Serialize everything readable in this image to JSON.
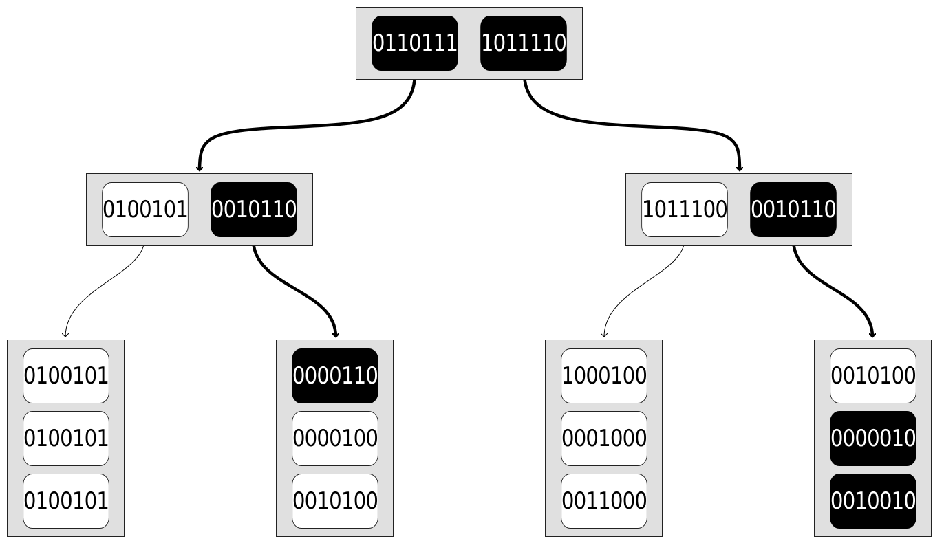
{
  "tree": {
    "root": {
      "labels": [
        "0110111",
        "1011110"
      ],
      "dark": [
        true,
        true
      ]
    },
    "level1_left": {
      "labels": [
        "0100101",
        "0010110"
      ],
      "dark": [
        false,
        true
      ]
    },
    "level1_right": {
      "labels": [
        "1011100",
        "0010110"
      ],
      "dark": [
        false,
        true
      ]
    },
    "leaves": [
      {
        "labels": [
          "0100101",
          "0100101",
          "0100101"
        ],
        "dark": [
          false,
          false,
          false
        ]
      },
      {
        "labels": [
          "0000110",
          "0000100",
          "0010100"
        ],
        "dark": [
          true,
          false,
          false
        ]
      },
      {
        "labels": [
          "1000100",
          "0001000",
          "0011000"
        ],
        "dark": [
          false,
          false,
          false
        ]
      },
      {
        "labels": [
          "0010100",
          "0000010",
          "0010010"
        ],
        "dark": [
          false,
          true,
          true
        ]
      }
    ]
  },
  "colors": {
    "group_fill": "#e0e0e0",
    "selected_fill": "#000000",
    "unselected_fill": "#ffffff"
  }
}
